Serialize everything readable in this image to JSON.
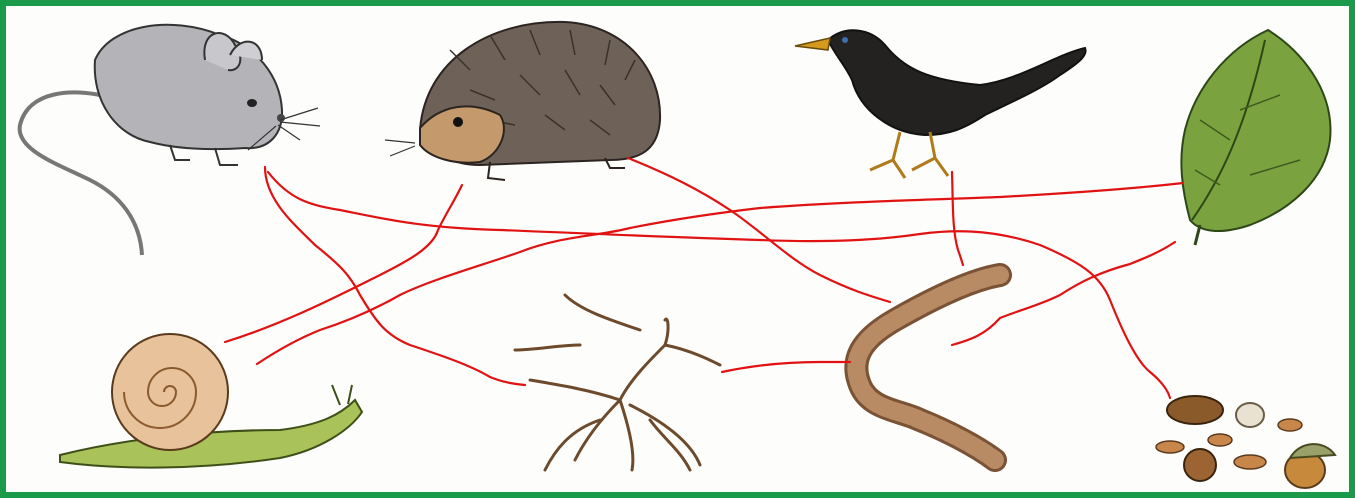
{
  "colors": {
    "frame": "#1a9a4a",
    "line": "#e11212",
    "background": "#fdfdfb"
  },
  "nodes": [
    {
      "id": "mouse",
      "icon": "mouse-icon"
    },
    {
      "id": "hedgehog",
      "icon": "hedgehog-icon"
    },
    {
      "id": "blackbird",
      "icon": "blackbird-icon"
    },
    {
      "id": "leaf",
      "icon": "leaf-icon"
    },
    {
      "id": "snail",
      "icon": "snail-icon"
    },
    {
      "id": "roots",
      "icon": "roots-icon"
    },
    {
      "id": "earthworm",
      "icon": "earthworm-icon"
    },
    {
      "id": "nuts",
      "icon": "nuts-icon"
    }
  ],
  "links": [
    {
      "from": "mouse",
      "to": "roots"
    },
    {
      "from": "mouse",
      "to": "nuts"
    },
    {
      "from": "hedgehog",
      "to": "snail"
    },
    {
      "from": "hedgehog",
      "to": "earthworm"
    },
    {
      "from": "blackbird",
      "to": "earthworm"
    },
    {
      "from": "leaf",
      "to": "snail"
    },
    {
      "from": "leaf",
      "to": "earthworm"
    },
    {
      "from": "roots",
      "to": "earthworm"
    }
  ]
}
